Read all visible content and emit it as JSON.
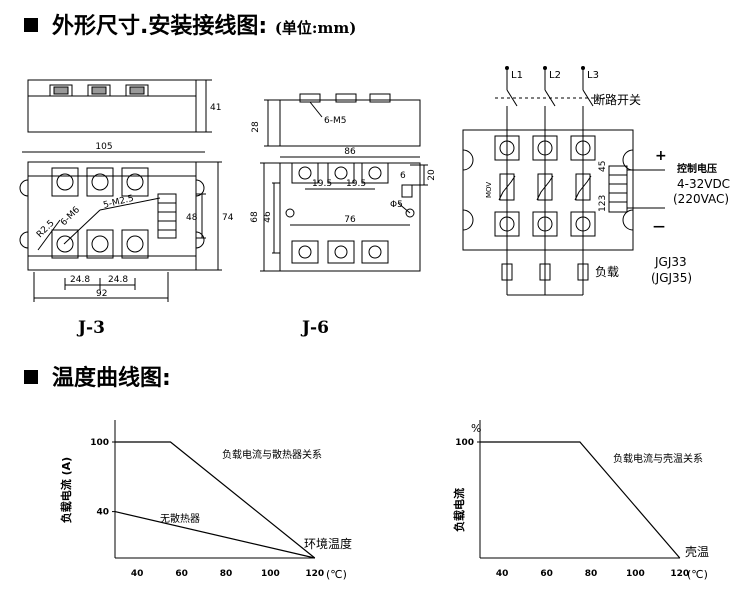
{
  "section1_title": "外形尺寸.安装接线图:",
  "section1_unit": "(单位:mm)",
  "section2_title": "温度曲线图:",
  "j3": {
    "caption": "J-3",
    "dim_height": "41",
    "dim_width": "105",
    "dim_right_inner": "48",
    "dim_right_outer": "74",
    "dim_pitch_1": "24.8",
    "dim_pitch_2": "24.8",
    "dim_bottom": "92",
    "label_r": "R2.5",
    "label_m6": "6-M6",
    "label_m25": "5-M2.5"
  },
  "j6": {
    "caption": "J-6",
    "dim_height": "28",
    "label_m5": "6-M5",
    "dim_width": "86",
    "dim_six": "6",
    "dim_pitch_1": "19.5",
    "dim_pitch_2": "19.5",
    "dim_twenty": "20",
    "dim_hole": "Φ5",
    "dim_left_outer": "68",
    "dim_left_inner": "46",
    "dim_76": "76"
  },
  "wiring": {
    "phases": [
      "L1",
      "L2",
      "L3"
    ],
    "breaker_label": "断路开关",
    "plus": "+",
    "minus": "—",
    "control_title": "控制电压",
    "control_v1": "4-32VDC",
    "control_v2": "(220VAC)",
    "mov": "MOV",
    "terminal_top": "45",
    "terminal_bottom": "123",
    "load_label": "负载",
    "model_1": "JGJ33",
    "model_2": "(JGJ35)"
  },
  "chart_data": [
    {
      "type": "line",
      "ylabel": "负载电流 (A)",
      "xlabel": "(℃)",
      "x_ticks": [
        40,
        60,
        80,
        100,
        120
      ],
      "y_ticks": [
        40,
        100
      ],
      "series": [
        {
          "name": "负载电流与散热器关系",
          "x": [
            30,
            55,
            120
          ],
          "y": [
            100,
            100,
            0
          ]
        },
        {
          "name": "无散热器",
          "x": [
            30,
            120
          ],
          "y": [
            40,
            0
          ]
        }
      ],
      "annotations": [
        "负载电流与散热器关系",
        "无散热器",
        "环境温度"
      ]
    },
    {
      "type": "line",
      "ylabel": "负载电流",
      "y_unit": "%",
      "xlabel": "(℃)",
      "x_ticks": [
        40,
        60,
        80,
        100,
        120
      ],
      "y_ticks": [
        100
      ],
      "series": [
        {
          "name": "负载电流与壳温关系",
          "x": [
            30,
            75,
            120
          ],
          "y": [
            100,
            100,
            0
          ]
        }
      ],
      "annotations": [
        "负载电流与壳温关系",
        "壳温"
      ]
    }
  ]
}
